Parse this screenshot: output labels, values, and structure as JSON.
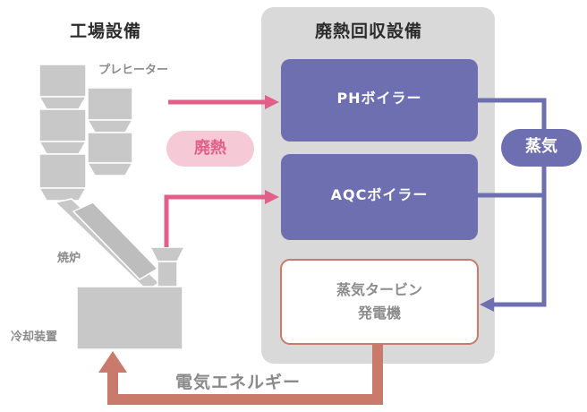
{
  "factory": {
    "title": "工場設備",
    "preheater_label": "プレヒーター",
    "kiln_label": "焼炉",
    "cooler_label": "冷却装置"
  },
  "recovery": {
    "title": "廃熱回収設備",
    "ph_boiler": "PHボイラー",
    "aqc_boiler": "AQCボイラー",
    "turbine_line1": "蒸気タービン",
    "turbine_line2": "発電機"
  },
  "flows": {
    "waste_heat": "廃熱",
    "steam": "蒸気",
    "electricity": "電気エネルギー"
  },
  "colors": {
    "boiler_fill": "#6e6fb0",
    "waste_heat_arrow": "#e25f8a",
    "waste_heat_pill": "#f6c9d6",
    "steam_arrow": "#6e6fb0",
    "electric_arrow": "#c97a6a",
    "panel": "#d9d9d9",
    "equipment": "#c8c8c8"
  }
}
